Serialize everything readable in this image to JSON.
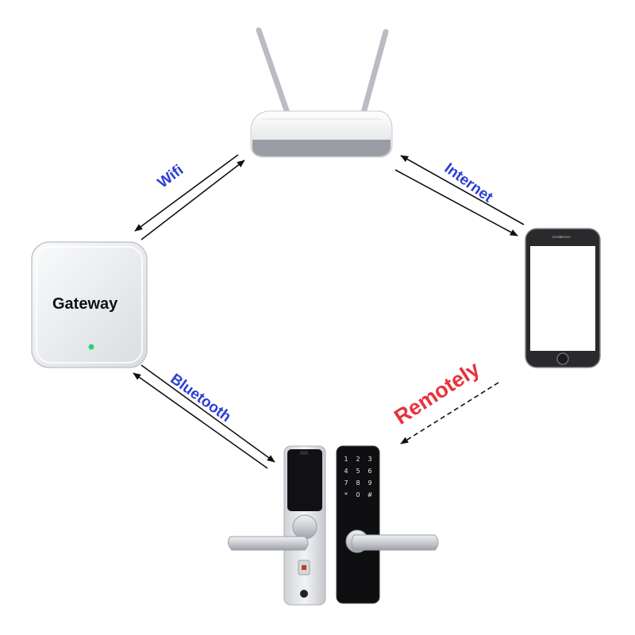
{
  "labels": {
    "wifi": "Wifi",
    "internet": "Internet",
    "bluetooth": "Bluetooth",
    "remotely": "Remotely",
    "gateway": "Gateway"
  },
  "colors": {
    "link_label": "#2b3fd6",
    "remote_label": "#e8323c",
    "arrow": "#111111",
    "gateway_led": "#27d36a",
    "screen": "#ffffff",
    "phone_body": "#2a2a2c"
  },
  "devices": {
    "router": "router-icon",
    "gateway": "gateway-box",
    "phone": "smartphone-icon",
    "lock": "smart-door-lock"
  }
}
